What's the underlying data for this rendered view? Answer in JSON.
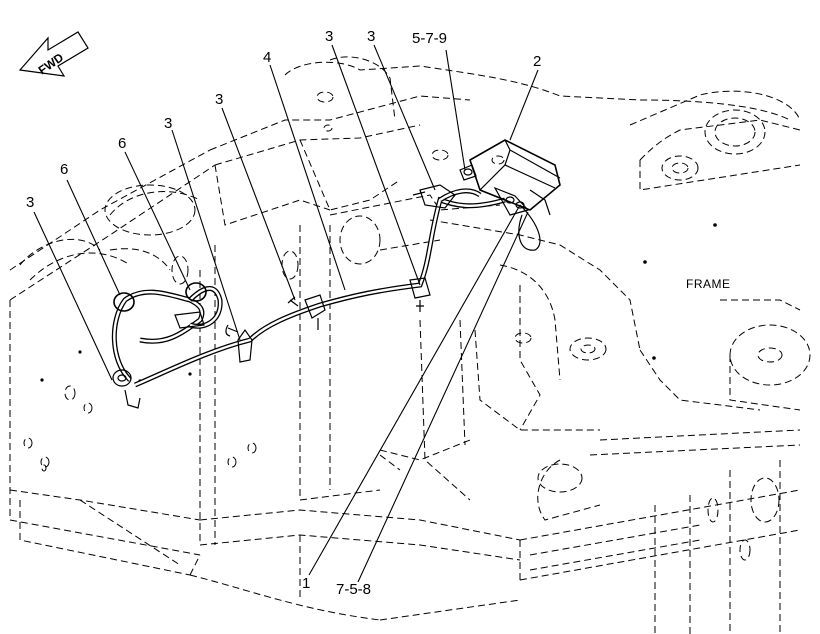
{
  "diagram": {
    "orientation_label": "FWD",
    "frame_label": "FRAME",
    "callouts": [
      {
        "id": "c1",
        "text": "3"
      },
      {
        "id": "c2",
        "text": "6"
      },
      {
        "id": "c3",
        "text": "6"
      },
      {
        "id": "c4",
        "text": "3"
      },
      {
        "id": "c5",
        "text": "3"
      },
      {
        "id": "c6",
        "text": "4"
      },
      {
        "id": "c7",
        "text": "3"
      },
      {
        "id": "c8",
        "text": "3"
      },
      {
        "id": "c9",
        "text": "5-7-9"
      },
      {
        "id": "c10",
        "text": "2"
      },
      {
        "id": "c11",
        "text": "1"
      },
      {
        "id": "c12",
        "text": "7-5-8"
      }
    ]
  }
}
